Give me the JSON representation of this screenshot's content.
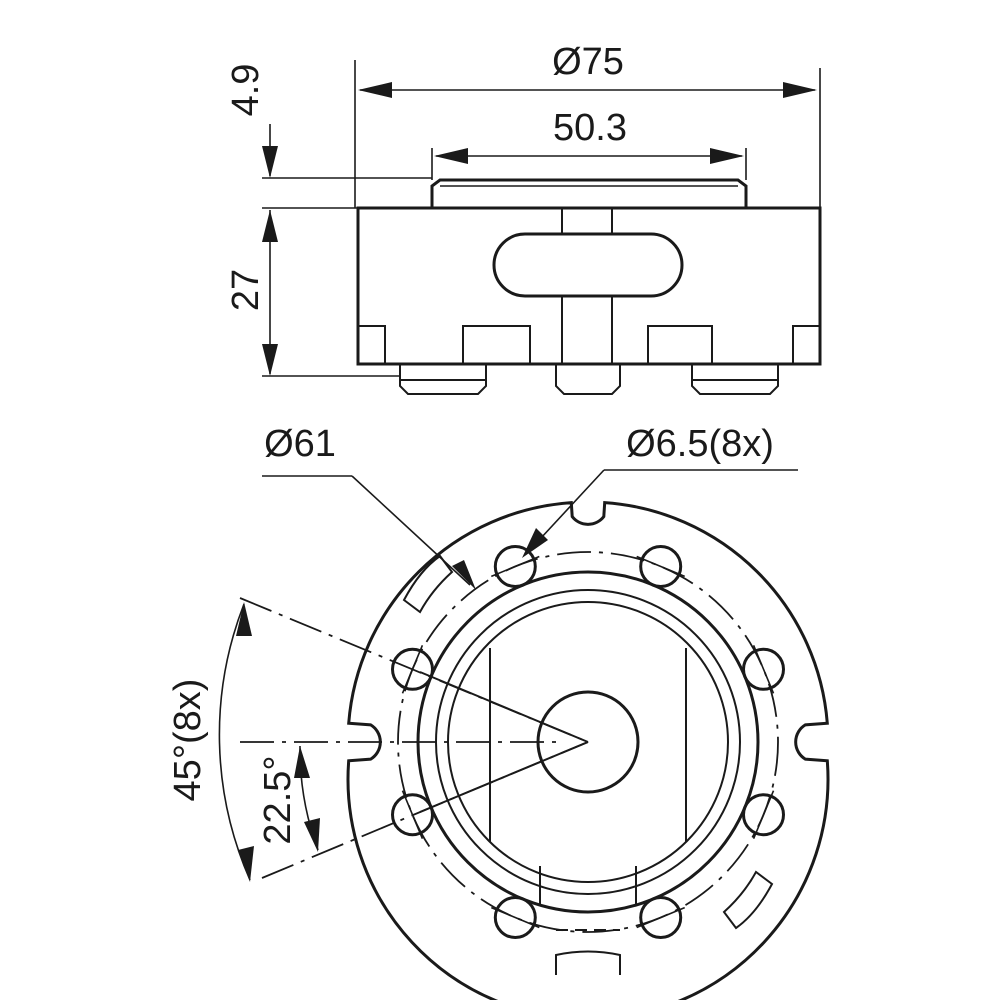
{
  "colors": {
    "line": "#1a1a1a",
    "background": "#ffffff"
  },
  "side_view": {
    "dim_outer_diameter": "Ø75",
    "dim_top_diameter": "50.3",
    "dim_top_height": "4.9",
    "dim_body_height": "27"
  },
  "top_view": {
    "dim_pitch_circle": "Ø61",
    "dim_holes": "Ø6.5(8x)",
    "dim_angle_spacing": "45°(8x)",
    "dim_angle_offset": "22.5°"
  }
}
